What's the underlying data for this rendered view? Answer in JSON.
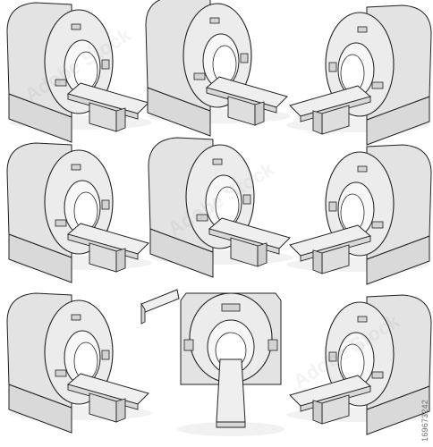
{
  "image": {
    "subject": "mri-scanner-line-drawings",
    "count": 9,
    "colors": {
      "fill": "#e6e6e6",
      "stroke": "#222222",
      "shadow": "#cfcfcf",
      "background": "#ffffff"
    }
  },
  "stock_id": "169673242",
  "watermark": "Adobe Stock"
}
